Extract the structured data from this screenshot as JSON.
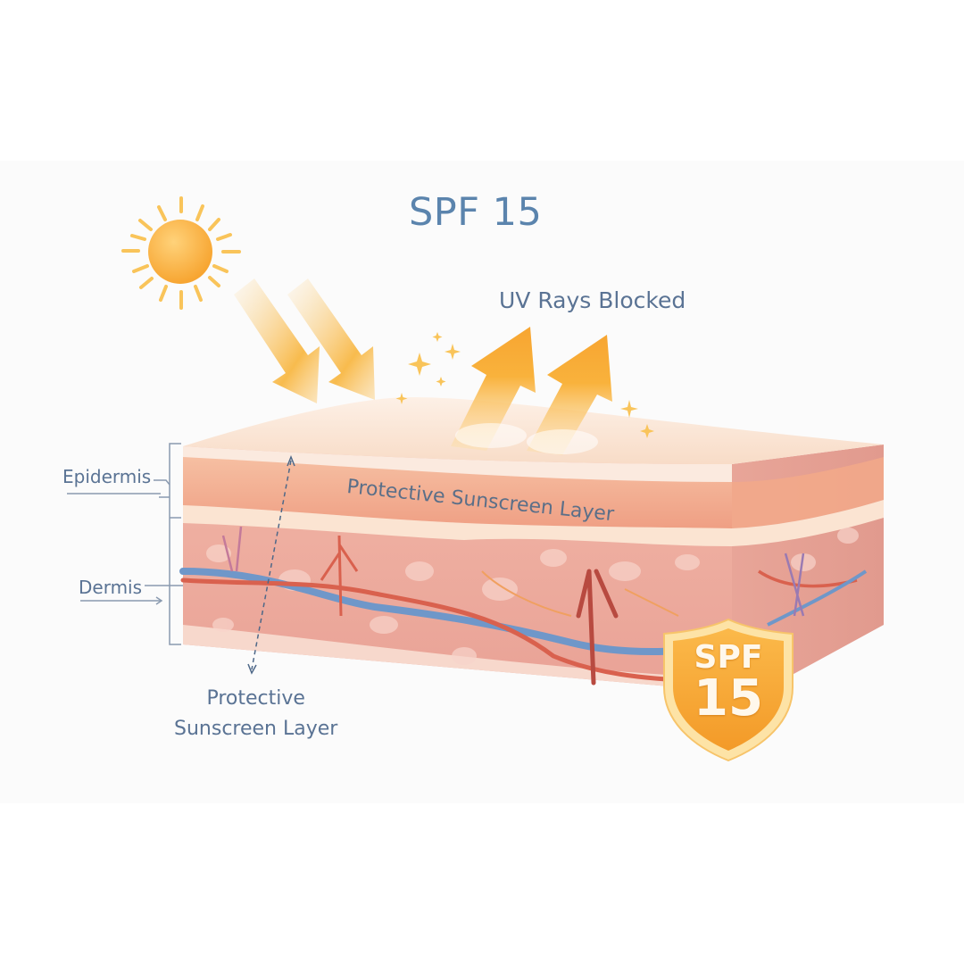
{
  "title": "SPF 15",
  "uv_label": "UV Rays Blocked",
  "layer_label": "Protective Sunscreen Layer",
  "side_labels": {
    "epidermis": "Epidermis",
    "dermis": "Dermis"
  },
  "bottom_label": {
    "line1": "Protective",
    "line2": "Sunscreen Layer"
  },
  "badge": {
    "spf": "SPF",
    "value": "15"
  },
  "icons": [
    "sun-icon",
    "incoming-uv-arrow-icon",
    "reflected-uv-arrow-icon",
    "sparkle-icon",
    "shield-badge-icon"
  ],
  "colors": {
    "text_blue": "#5a7394",
    "title_blue": "#5b84ad",
    "sun": "#f8b43a",
    "arrow": "#f9b23c",
    "epidermis": "#f2a98a",
    "dermis": "#eeb0a4",
    "sunscreen": "#fbe4d2",
    "vein": "#6f97c9",
    "artery": "#d9614e",
    "badge": "#f7a531"
  }
}
